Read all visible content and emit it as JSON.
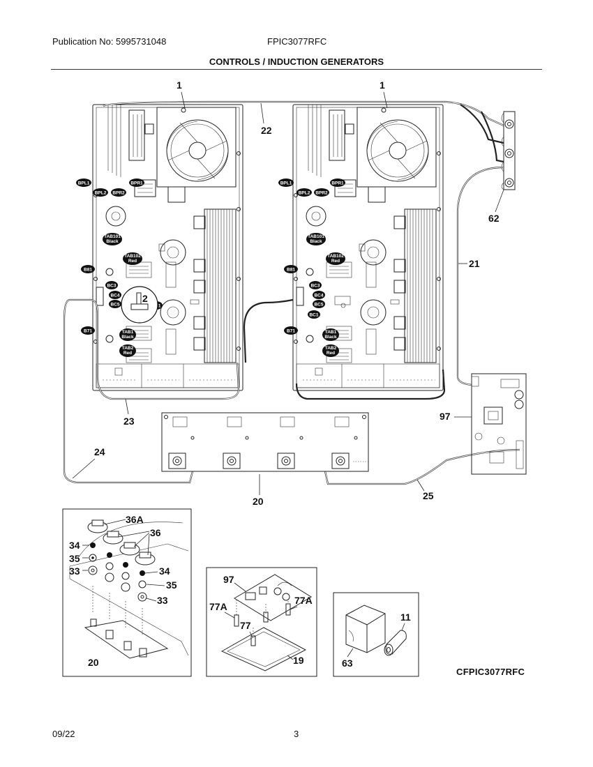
{
  "header": {
    "publication": "Publication No: 5995731048",
    "model": "FPIC3077RFC",
    "title": "CONTROLS / INDUCTION GENERATORS"
  },
  "footer": {
    "date": "09/22",
    "page": "3",
    "catalog_code": "CFPIC3077RFC"
  },
  "generator_tags": {
    "bpl1": "BPL1",
    "bpl2": "BPL2",
    "bpr2": "BPR2",
    "bpr1": "BPR1",
    "tab101": "TAB101",
    "tab101_color": "Black",
    "tab102": "TAB102",
    "tab102_color": "Red",
    "b81": "B81",
    "bc3": "BC3",
    "bc4": "BC4",
    "bc5": "BC5",
    "bc1": "BC1",
    "b71": "B71",
    "tab1": "TAB1",
    "tab1_color": "Black",
    "tab2": "TAB2",
    "tab2_color": "Red"
  },
  "callouts": {
    "p1": "1",
    "p2": "2",
    "p11": "11",
    "p19": "19",
    "p20": "20",
    "p21": "21",
    "p22": "22",
    "p23": "23",
    "p24": "24",
    "p25": "25",
    "p33": "33",
    "p34": "34",
    "p35": "35",
    "p36": "36",
    "p36a": "36A",
    "p62": "62",
    "p63": "63",
    "p77": "77",
    "p77a": "77A",
    "p97": "97"
  }
}
